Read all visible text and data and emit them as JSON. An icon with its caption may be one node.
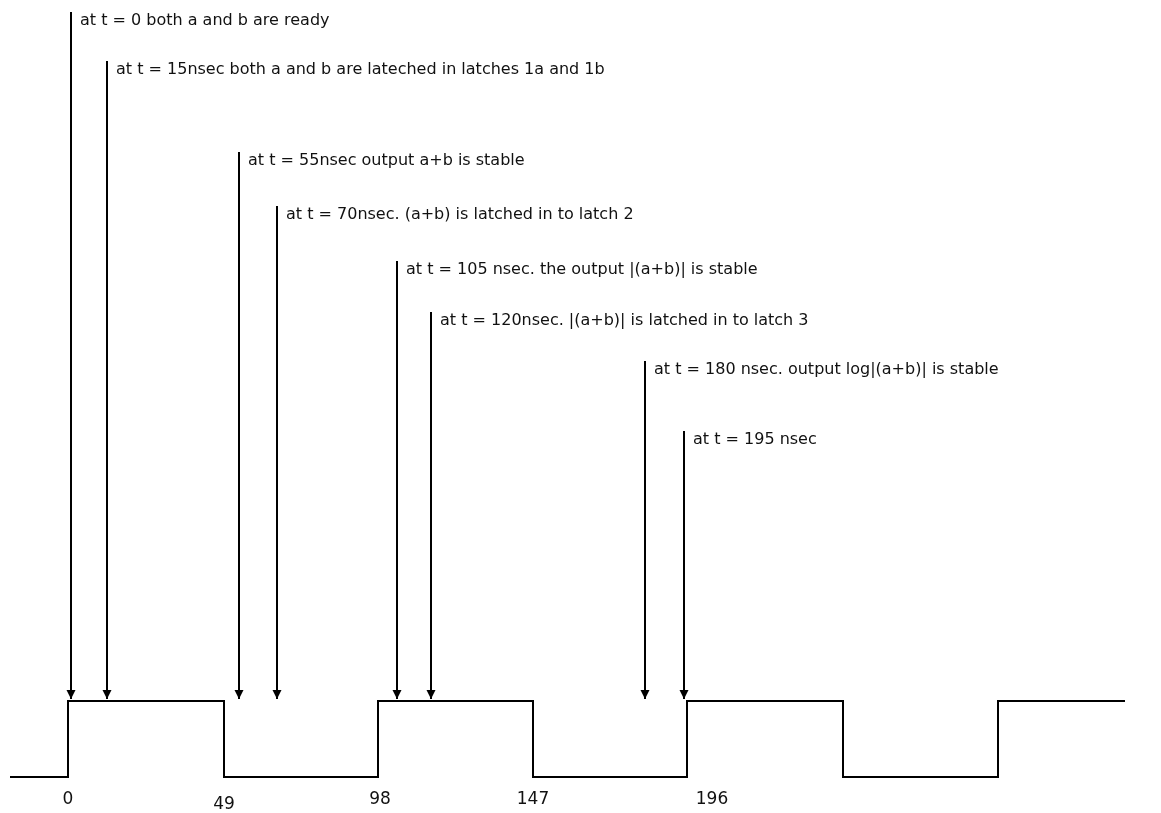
{
  "diagram": {
    "nodes": [
      {
        "text": [
          "at t = 0 both a and b are ready"
        ]
      },
      {
        "text": [
          "at t = 15nsec both a and b are lateched in latches 1a and 1b"
        ]
      },
      {
        "text": [
          "at t = 55nsec output a+b is stable"
        ]
      },
      {
        "text": [
          "at t = 70nsec. (a+b) is latched in to latch 2"
        ]
      },
      {
        "text": [
          "at t = 105 nsec. the output |(a+b)| is stable"
        ]
      },
      {
        "text": [
          "at t = 120nsec. |(a+b)| is latched in to latch 3"
        ]
      },
      {
        "text": [
          "at t = 180 nsec. output log|(a+b)| is stable"
        ]
      },
      {
        "text": [
          "at t = 195 nsec"
        ]
      },
      {
        "text": [],
        "shape": "picture"
      }
    ],
    "edges": [
      {
        "from": 0,
        "to": 8,
        "arrow": "to"
      },
      {
        "from": 1,
        "to": 8,
        "arrow": "to"
      },
      {
        "from": 2,
        "to": 8,
        "arrow": "to"
      },
      {
        "from": 3,
        "to": 8,
        "arrow": "to"
      },
      {
        "from": 4,
        "to": 8,
        "arrow": "to"
      },
      {
        "from": 5,
        "to": 8,
        "arrow": "to"
      },
      {
        "from": 6,
        "to": 8,
        "arrow": "to"
      },
      {
        "from": 7,
        "to": 8,
        "arrow": "to"
      }
    ],
    "labels": [
      "0",
      "49",
      "98",
      "147",
      "196"
    ]
  }
}
